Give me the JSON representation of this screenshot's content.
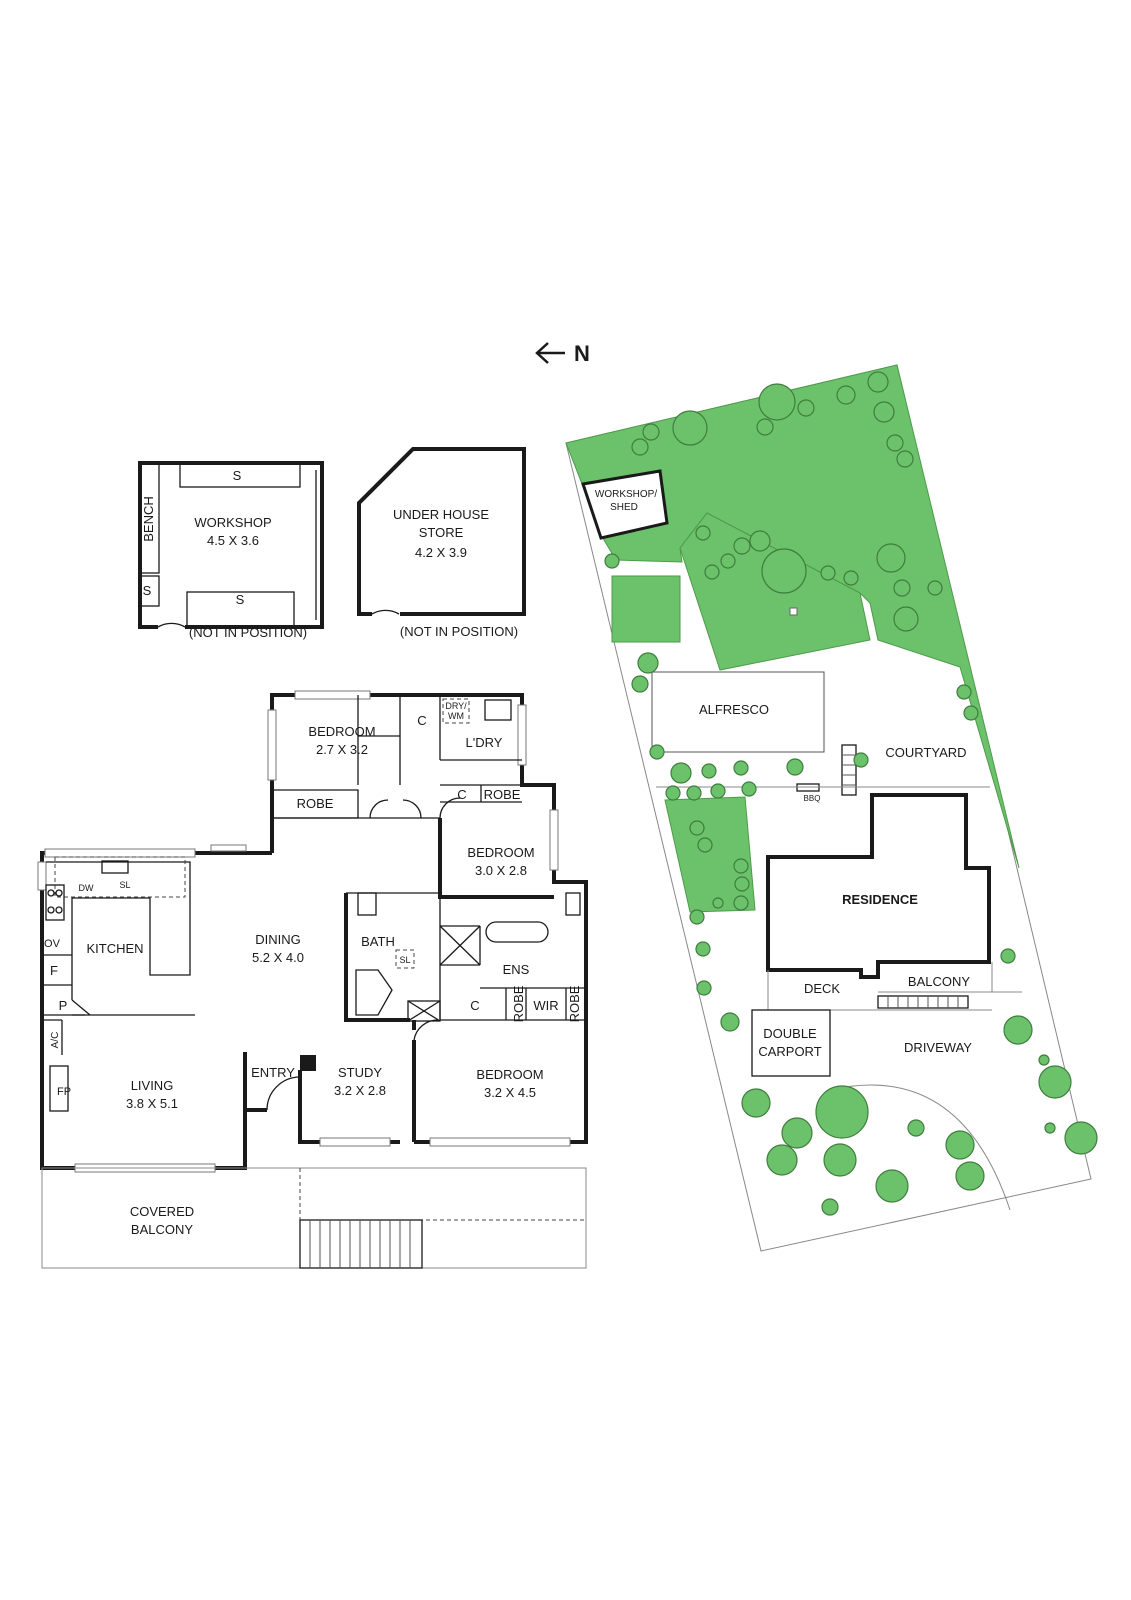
{
  "compass": {
    "label": "N",
    "icon": "arrow-left-icon"
  },
  "colors": {
    "grass": "#6cc26a",
    "wall": "#1a1a1a"
  },
  "outbuildings": {
    "workshop": {
      "name": "WORKSHOP",
      "dims": "4.5 X 3.6",
      "bench": "BENCH",
      "shelf_top": "S",
      "shelf_left": "S",
      "shelf_bottom": "S",
      "note": "(NOT IN POSITION)"
    },
    "under_house_store": {
      "name_line1": "UNDER HOUSE",
      "name_line2": "STORE",
      "dims": "4.2 X 3.9",
      "note": "(NOT IN POSITION)"
    }
  },
  "floor_plan": {
    "bedroom_front": {
      "name": "BEDROOM",
      "dims": "2.7 X 3.2"
    },
    "robe_front": "ROBE",
    "cupboard_top": "C",
    "laundry": {
      "name": "L'DRY",
      "appliance_line1": "DRY/",
      "appliance_line2": "WM"
    },
    "cupboard_mid": "C",
    "robe_mid": "ROBE",
    "bedroom_mid": {
      "name": "BEDROOM",
      "dims": "3.0 X 2.8"
    },
    "kitchen": {
      "name": "KITCHEN",
      "dw": "DW",
      "sl": "SL",
      "ov": "OV",
      "f": "F",
      "p": "P"
    },
    "dining": {
      "name": "DINING",
      "dims": "5.2 X 4.0"
    },
    "bath": {
      "name": "BATH",
      "sl": "SL"
    },
    "ens": "ENS",
    "cupboard_ens": "C",
    "robe_left": "ROBE",
    "wir": "WIR",
    "robe_right": "ROBE",
    "ac": "A/C",
    "fp": "FP",
    "living": {
      "name": "LIVING",
      "dims": "3.8 X 5.1"
    },
    "entry": "ENTRY",
    "study": {
      "name": "STUDY",
      "dims": "3.2 X 2.8"
    },
    "bedroom_main": {
      "name": "BEDROOM",
      "dims": "3.2 X 4.5"
    },
    "covered_balcony_line1": "COVERED",
    "covered_balcony_line2": "BALCONY"
  },
  "site_plan": {
    "workshop_shed_line1": "WORKSHOP/",
    "workshop_shed_line2": "SHED",
    "alfresco": "ALFRESCO",
    "courtyard": "COURTYARD",
    "bbq": "BBQ",
    "residence": "RESIDENCE",
    "deck": "DECK",
    "balcony": "BALCONY",
    "carport_line1": "DOUBLE",
    "carport_line2": "CARPORT",
    "driveway": "DRIVEWAY"
  }
}
